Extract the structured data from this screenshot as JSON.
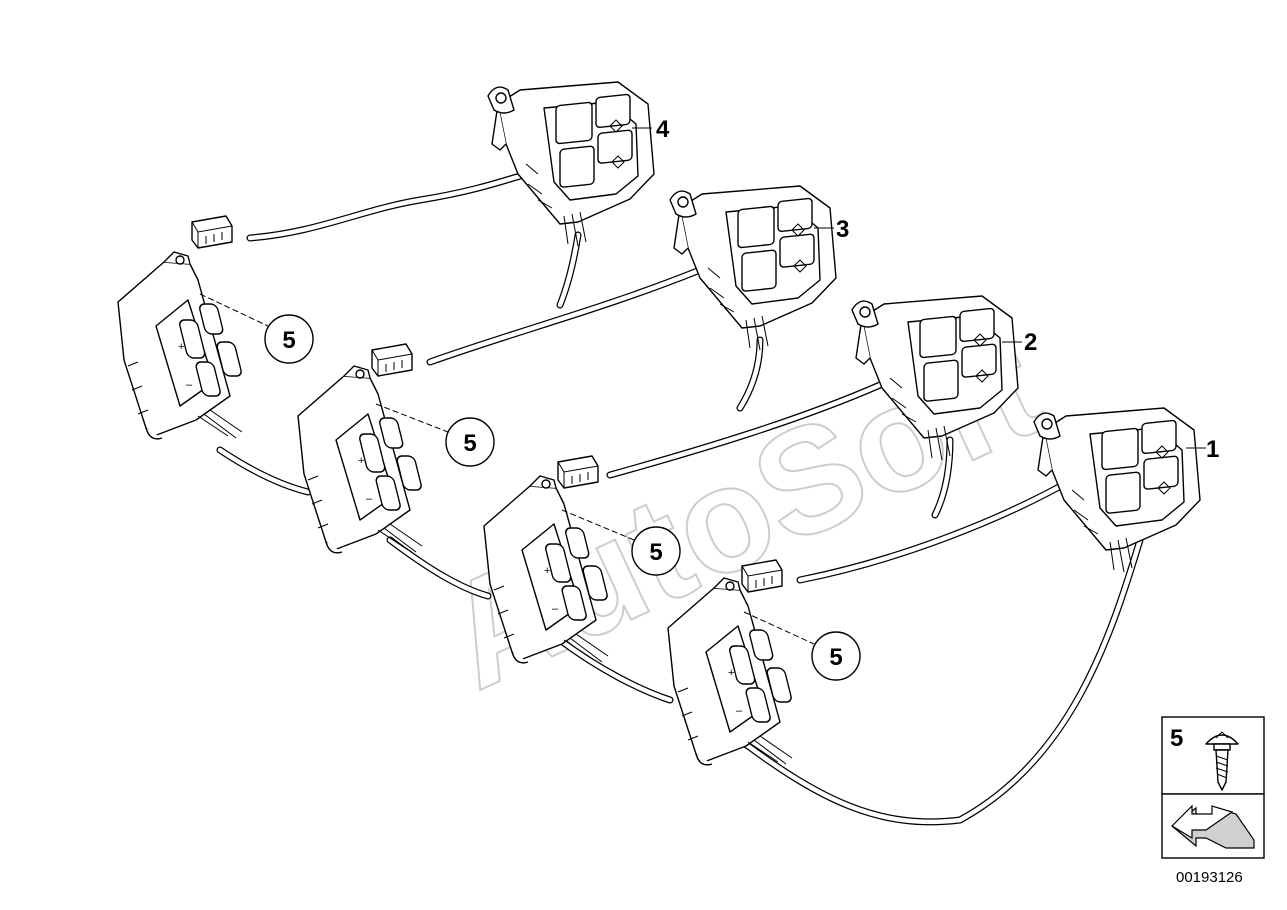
{
  "diagram": {
    "watermark": "AutoSoft",
    "document_number": "00193126",
    "parts": [
      {
        "id": "right-1",
        "label": "1"
      },
      {
        "id": "right-2",
        "label": "2"
      },
      {
        "id": "right-3",
        "label": "3"
      },
      {
        "id": "right-4",
        "label": "4"
      }
    ],
    "callouts": [
      {
        "id": "left-a",
        "label": "5"
      },
      {
        "id": "left-b",
        "label": "5"
      },
      {
        "id": "left-c",
        "label": "5"
      },
      {
        "id": "left-d",
        "label": "5"
      }
    ],
    "legend": {
      "item_label": "5",
      "item_icon": "screw-icon",
      "direction_icon": "arrow-icon"
    }
  }
}
